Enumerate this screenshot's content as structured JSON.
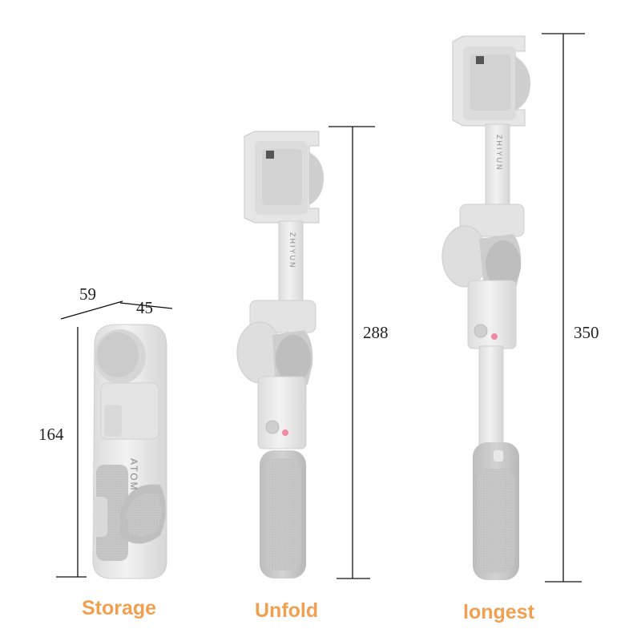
{
  "dimensions": {
    "storage_width": "59",
    "storage_depth": "45",
    "storage_height": "164",
    "unfold_height": "288",
    "longest_height": "350"
  },
  "captions": {
    "storage": "Storage",
    "unfold": "Unfold",
    "longest": "longest"
  },
  "brand": {
    "model": "ATOM",
    "maker": "ZHIYUN"
  },
  "colors": {
    "caption": "#F0A050",
    "body": "#E9E9E9",
    "shade": "#D4D4D4",
    "grip": "#C9C9C9",
    "line": "#111111"
  }
}
